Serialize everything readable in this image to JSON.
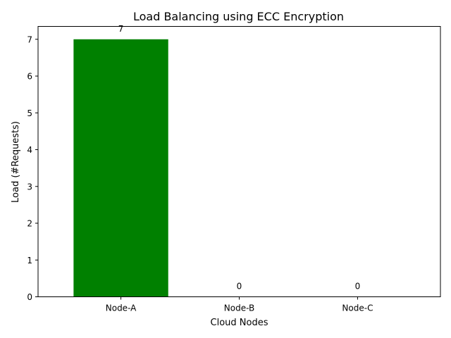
{
  "chart_data": {
    "type": "bar",
    "title": "Load Balancing using ECC Encryption",
    "xlabel": "Cloud Nodes",
    "ylabel": "Load (#Requests)",
    "categories": [
      "Node-A",
      "Node-B",
      "Node-C"
    ],
    "values": [
      7,
      0,
      0
    ],
    "data_labels": [
      "7",
      "0",
      "0"
    ],
    "ylim": [
      0,
      7.35
    ],
    "yticks": [
      0,
      1,
      2,
      3,
      4,
      5,
      6,
      7
    ],
    "bar_color": "#008000",
    "grid": false,
    "legend": "none"
  }
}
